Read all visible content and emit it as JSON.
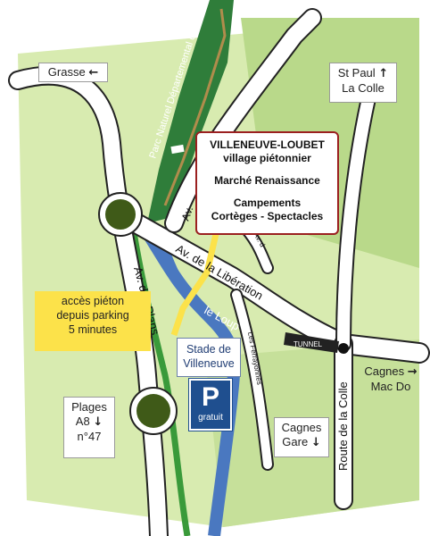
{
  "places": {
    "grasse": "Grasse",
    "st_paul": "St Paul",
    "la_colle": "La Colle",
    "cagnes_mac_do_1": "Cagnes",
    "cagnes_mac_do_2": "Mac Do",
    "cagnes_gare_1": "Cagnes",
    "cagnes_gare_2": "Gare",
    "plages": "Plages",
    "a8": "A8",
    "exit": "n°47"
  },
  "arrows": {
    "left": "←",
    "up": "↑",
    "right": "→",
    "down": "↓"
  },
  "event": {
    "line1": "VILLENEUVE-LOUBET",
    "line2": "village piétonnier",
    "line3": "Marché Renaissance",
    "line4": "Campements",
    "line5": "Cortèges - Spectacles"
  },
  "pedestrian": {
    "line1": "accès piéton",
    "line2": "depuis parking",
    "line3": "5 minutes"
  },
  "stadium": {
    "line1": "Stade de",
    "line2": "Villeneuve"
  },
  "parking": {
    "letter": "P",
    "label": "gratuit"
  },
  "streets": {
    "park": "Parc Naturel Départemental des Rives du Loup",
    "av_liberation": "Av. de la Libération",
    "av_plans": "Av. des Plans",
    "route_colle": "Route de la Colle",
    "ferrayonnes": "Les Ferrayonnes",
    "av_top": "Av.",
    "av_small": "Av. d",
    "river": "le Loup",
    "tunnel": "TUNNEL"
  },
  "colors": {
    "land": "#d8ebb0",
    "land_dark": "#b9d98a",
    "forest": "#2f7d3a",
    "river": "#4a78c0",
    "road_edge": "#222222",
    "pedestrian": "#fce24a",
    "event_border": "#9b2020",
    "parking": "#1f4f8f"
  }
}
